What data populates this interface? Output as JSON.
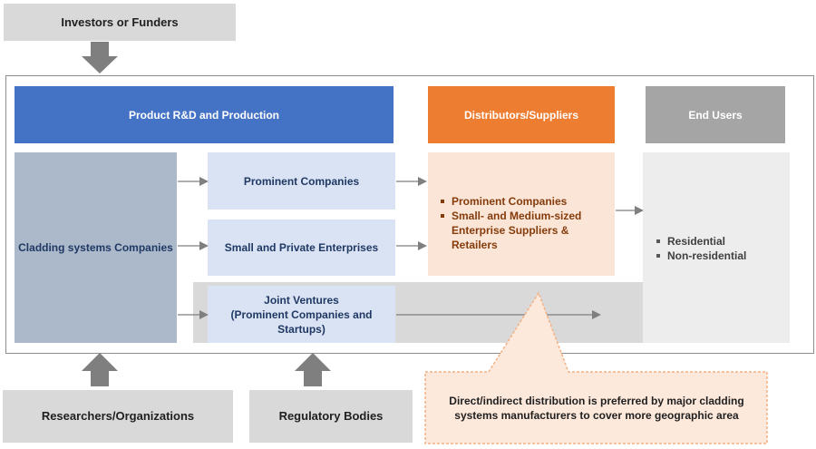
{
  "top": {
    "investors": "Investors or Funders"
  },
  "headers": {
    "rd": "Product R&D and Production",
    "distributors": "Distributors/Suppliers",
    "end_users": "End Users"
  },
  "main": {
    "cladding": "Cladding systems Companies",
    "prominent": "Prominent Companies",
    "small_private": "Small and Private Enterprises",
    "joint_ventures": "Joint Ventures\n(Prominent Companies and\nStartups)"
  },
  "distributor_list": [
    "Prominent Companies",
    "Small- and Medium-sized\nEnterprise Suppliers & Retailers"
  ],
  "end_user_list": [
    "Residential",
    "Non-residential"
  ],
  "bottom": {
    "researchers": "Researchers/Organizations",
    "regulatory": "Regulatory Bodies",
    "note": "Direct/indirect distribution is preferred by major cladding systems manufacturers to cover more geographic area"
  },
  "colors": {
    "blue": "#4472c4",
    "orange": "#ed7d31",
    "gray": "#a5a5a5",
    "slate": "#acb9ca",
    "light_blue": "#dae3f3",
    "peach": "#fbe5d6",
    "callout_border": "#f4b183"
  }
}
